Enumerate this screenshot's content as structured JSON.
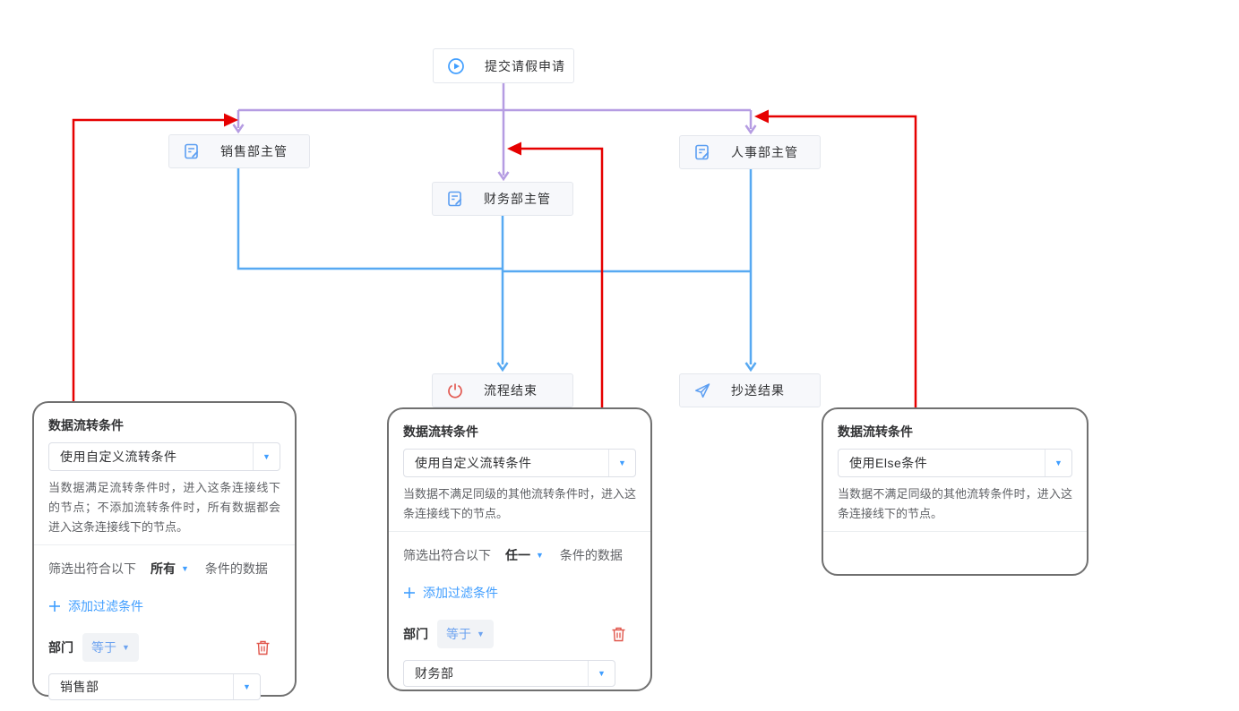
{
  "colors": {
    "accent_blue": "#409eff",
    "edge_purple": "#b59ce2",
    "edge_blue": "#57a9f2",
    "edge_red": "#e60000",
    "danger_red": "#e0554a",
    "node_icon_blue": "#5b9ef2",
    "node_icon_red": "#e25a52"
  },
  "flow": {
    "nodes": [
      {
        "label": "提交请假申请",
        "icon": "play-circle-icon"
      },
      {
        "label": "销售部主管",
        "icon": "edit-document-icon"
      },
      {
        "label": "财务部主管",
        "icon": "edit-document-icon"
      },
      {
        "label": "人事部主管",
        "icon": "edit-document-icon"
      },
      {
        "label": "流程结束",
        "icon": "power-icon"
      },
      {
        "label": "抄送结果",
        "icon": "send-icon"
      }
    ]
  },
  "panels": [
    {
      "title": "数据流转条件",
      "condition_type": "使用自定义流转条件",
      "description": "当数据满足流转条件时，进入这条连接线下的节点；不添加流转条件时，所有数据都会进入这条连接线下的节点。",
      "filter": {
        "prefix": "筛选出符合以下",
        "mode": "所有",
        "suffix": "条件的数据"
      },
      "add_filter_label": "添加过滤条件",
      "rule": {
        "field": "部门",
        "operator": "等于",
        "value": "销售部"
      }
    },
    {
      "title": "数据流转条件",
      "condition_type": "使用自定义流转条件",
      "description": "当数据不满足同级的其他流转条件时，进入这条连接线下的节点。",
      "filter": {
        "prefix": "筛选出符合以下",
        "mode": "任一",
        "suffix": "条件的数据"
      },
      "add_filter_label": "添加过滤条件",
      "rule": {
        "field": "部门",
        "operator": "等于",
        "value": "财务部"
      }
    },
    {
      "title": "数据流转条件",
      "condition_type": "使用Else条件",
      "description": "当数据不满足同级的其他流转条件时，进入这条连接线下的节点。"
    }
  ],
  "ui_icons": [
    "dropdown-caret-icon",
    "plus-icon",
    "trash-icon"
  ]
}
